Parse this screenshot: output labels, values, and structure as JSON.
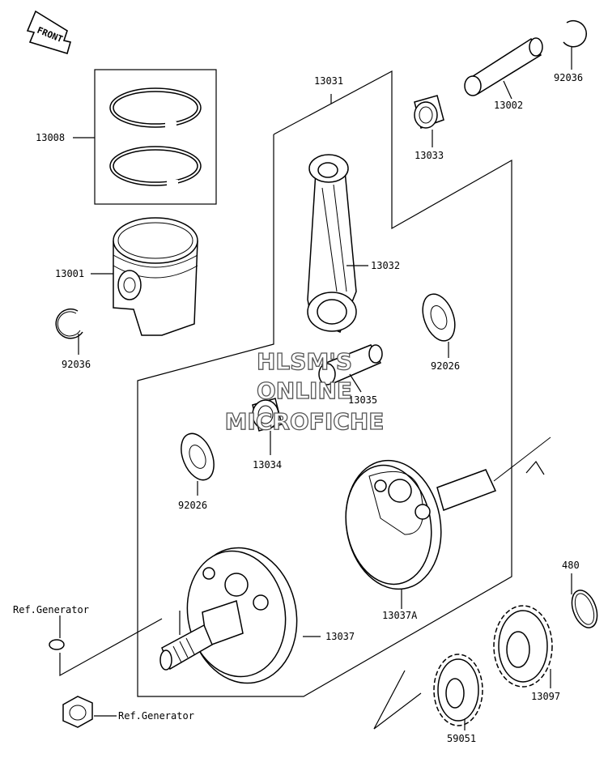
{
  "front_label": "FRONT",
  "watermark": [
    "HLSM'S",
    "ONLINE",
    "MICROFICHE"
  ],
  "parts": {
    "p13008": "13008",
    "p13001": "13001",
    "p92036_left": "92036",
    "p13031": "13031",
    "p13032": "13032",
    "p13033": "13033",
    "p13002": "13002",
    "p92036_right": "92036",
    "p92026_right": "92026",
    "p13035": "13035",
    "p13034": "13034",
    "p92026_left": "92026",
    "p13037A": "13037A",
    "p13037": "13037",
    "p480": "480",
    "p13097": "13097",
    "p59051": "59051"
  },
  "refs": {
    "generator_top": "Ref.Generator",
    "generator_bottom": "Ref.Generator"
  }
}
